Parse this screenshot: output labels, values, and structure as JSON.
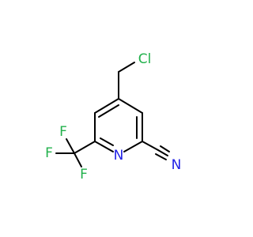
{
  "molecule": {
    "atoms": {
      "cl": {
        "label": "Cl",
        "color": "#22b14c"
      },
      "n_ring": {
        "label": "N",
        "color": "#1f1fe6"
      },
      "n_nitrile": {
        "label": "N",
        "color": "#1f1fe6"
      },
      "f_top": {
        "label": "F",
        "color": "#22b14c"
      },
      "f_left": {
        "label": "F",
        "color": "#22b14c"
      },
      "f_bottom": {
        "label": "F",
        "color": "#22b14c"
      }
    },
    "bond_color": "#000000"
  }
}
